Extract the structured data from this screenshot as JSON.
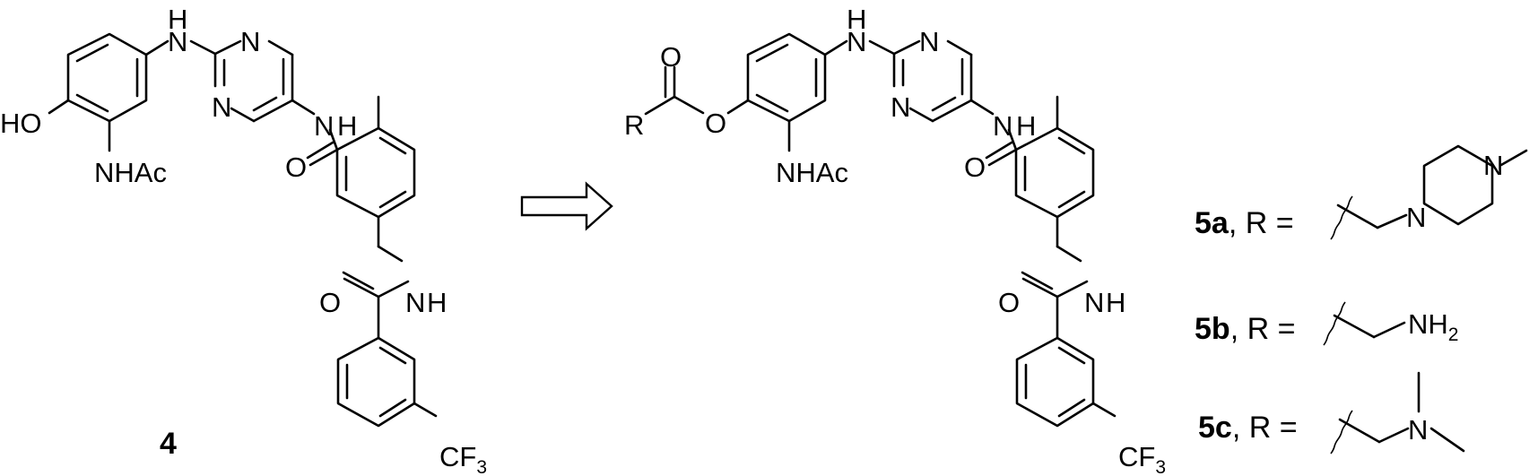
{
  "compound_4": {
    "label": "4",
    "atoms": {
      "nh": "H",
      "n": "N",
      "ho": "HO",
      "nhac": "NHAc",
      "o": "O",
      "cf": "CF",
      "three": "3"
    }
  },
  "scheme": {
    "retro_arrow": "retrosynthesis-arrow"
  },
  "compound_5": {
    "atoms": {
      "nh": "H",
      "n": "N",
      "o": "O",
      "r": "R",
      "nhac": "NHAc",
      "cf": "CF",
      "three": "3"
    }
  },
  "variants": [
    {
      "id": "5a",
      "equals": ", R =",
      "group_n": "N"
    },
    {
      "id": "5b",
      "equals": ", R =",
      "group_n": "NH",
      "sub": "2"
    },
    {
      "id": "5c",
      "equals": ", R =",
      "group_n": "N"
    }
  ]
}
